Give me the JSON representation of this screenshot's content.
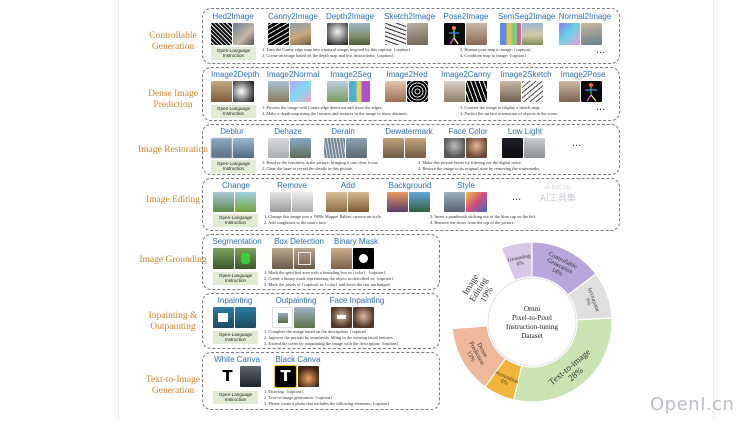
{
  "categories": {
    "controllable": "Controllable Generation",
    "dense": "Dense Image Prediction",
    "restoration": "Image Restoration",
    "editing": "Image Editing",
    "grounding": "Image Grounding",
    "inpainting": "Inpainting & Outpainting",
    "t2i": "Text-to-Image Generation"
  },
  "instruction_label": "Open-Language Instruction",
  "ellipsis": "...",
  "rows": {
    "controllable": {
      "tasks": [
        "Hed2Image",
        "Canny2Image",
        "Depth2Image",
        "Sketch2Image",
        "Pose2Image",
        "SemSeg2Image",
        "Normal2Image"
      ],
      "instructions": [
        "1.  Turn the Canny edge map into a natural image, inspired by this caption: {caption}.",
        "2.  Create an image based on the depth map and text instructions: {caption}.",
        "3.  Human pose map to image: {caption}.",
        "4.  Condition map to image: {caption}."
      ]
    },
    "dense": {
      "tasks": [
        "Image2Depth",
        "Image2Normal",
        "Image2Seg",
        "Image2Hed",
        "Image2Canny",
        "Image2Sketch",
        "Image2Pose"
      ],
      "instructions": [
        "1.  Process the image with Canny edge detection and show the edges.",
        "2.  Make a depth map using the features and textures in the image to show distance.",
        "3.  Convert the image to display a sketch map.",
        "4.  Predict the surface orientation of objects in the scene."
      ]
    },
    "restoration": {
      "tasks": [
        "Deblur",
        "Dehaze",
        "Derain",
        "Dewatermark",
        "Face Color",
        "Low Light"
      ],
      "instructions": [
        "1.  Resolve the fuzziness in the picture, bringing it into clear focus.",
        "2.  Clear the haze to reveal the details in this picture.",
        "3.  Make this picture better by filtering out the digital noise.",
        "4.  Restore the image to its original state by removing the watermarks."
      ]
    },
    "editing": {
      "tasks": [
        "Change",
        "Remove",
        "Add",
        "Background",
        "Style"
      ],
      "instructions": [
        "1.  Change this image into a 1980s Muppet Babies cartoon art style.",
        "2.  Add sunglasses to the man's face",
        "3.  Insert a paintbrush sticking out of the blue cup on the left.",
        "4.  Remove the shoes from the top of the picture."
      ]
    },
    "grounding": {
      "tasks": [
        "Segmentation",
        "Box Detection",
        "Binary Mask"
      ],
      "instructions": [
        "1.  Mark the specified area with a bounding box in {color}: {caption}.",
        "2.  Create a binary mask representing the object as described in: {caption}.",
        "3.  Mark the pixels of {caption} in {color} and leave the rest unchanged."
      ]
    },
    "inpainting": {
      "tasks": [
        "Inpainting",
        "Outpainting",
        "Face Inpainting"
      ],
      "instructions": [
        "1.  Complete the image based on the description: {caption}.",
        "2.  Improve the portrait by seamlessly filling in the missing facial features.",
        "3.  Extend the scene by outpainting the image with the description: {caption}."
      ]
    },
    "t2i": {
      "tasks": [
        "White Canva",
        "Black Canva"
      ],
      "canvas_letter": "T",
      "instructions": [
        "1.  Drawing: {caption}.",
        "2.  Text-to-image generation: {caption}.",
        "3.  Please create a photo that includes the following elements: {caption}."
      ]
    }
  },
  "chart_data": {
    "type": "pie",
    "title": "Omni Pixel-to-Pixel Instruction-tuning Dataset",
    "center_lines": [
      "Omni",
      "Pixel-to-Pixel",
      "Instruction-tuning",
      "Dataset"
    ],
    "categories": [
      "Grounding",
      "Controllable Generation",
      "In/Outpaint",
      "Text-to-image",
      "Restoration",
      "Dense Prediction",
      "Image Editing"
    ],
    "values": [
      6,
      14,
      9,
      28,
      6,
      13,
      19
    ],
    "labels": [
      [
        "Grounding",
        "6%"
      ],
      [
        "Controllable",
        "Generation",
        "14%"
      ],
      [
        "In/Outpaint",
        "9%"
      ],
      [
        "Text-to-image",
        "28%"
      ],
      [
        "Restoration",
        "6%"
      ],
      [
        "Dense",
        "Prediction",
        "13%"
      ],
      [
        "Image",
        "Editing",
        "19%"
      ]
    ],
    "colors": [
      "#d9c7e8",
      "#b7a7dc",
      "#dfdfdf",
      "#c9e3b3",
      "#f3b43b",
      "#f0b89a",
      "#ffffff"
    ]
  },
  "watermarks": {
    "top_small": "ai-bot.cn",
    "top_large": "AI工具集",
    "bottom": "OpenI.cn"
  }
}
